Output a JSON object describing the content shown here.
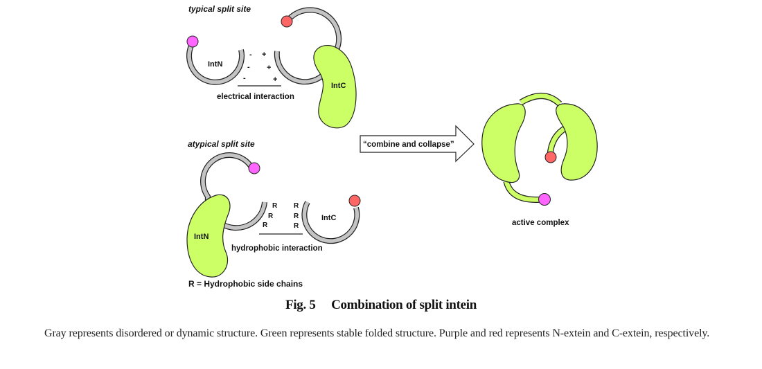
{
  "colors": {
    "disordered_gray": "#c4c4c4",
    "folded_green": "#ccff66",
    "n_extein_purple": "#ff66ff",
    "c_extein_red": "#ff6666",
    "outline": "#222222"
  },
  "typical": {
    "heading": "typical split site",
    "intn_label": "IntN",
    "intc_label": "IntC",
    "minus_signs": [
      "-",
      "-",
      "-"
    ],
    "plus_signs": [
      "+",
      "+",
      "+"
    ],
    "interaction_label": "electrical interaction"
  },
  "atypical": {
    "heading": "atypical split site",
    "intn_label": "IntN",
    "intc_label": "IntC",
    "left_r": [
      "R",
      "R",
      "R"
    ],
    "right_r": [
      "R",
      "R",
      "R"
    ],
    "interaction_label": "hydrophobic interaction",
    "legend": "R = Hydrophobic side chains"
  },
  "arrow": {
    "label": "“combine and collapse”"
  },
  "result": {
    "label": "active complex"
  },
  "caption": {
    "figure_number": "Fig. 5",
    "title": "Combination of split intein",
    "text": "Gray represents disordered or dynamic structure.  Green represents stable folded structure.  Purple and red represents N-extein and C-extein, respectively."
  }
}
